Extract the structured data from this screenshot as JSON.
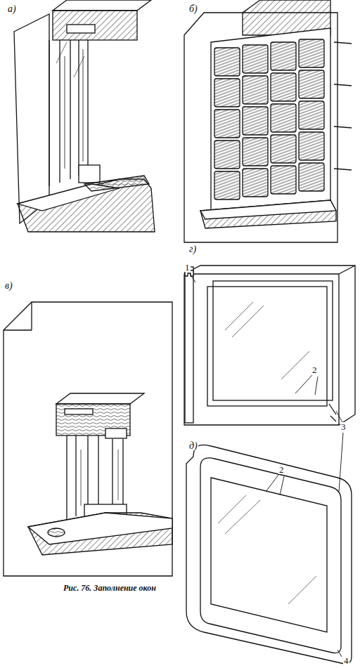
{
  "diagram": {
    "caption": "Рис. 76. Заполнение окон",
    "labels": [
      "а)",
      "б)",
      "в)",
      "г)",
      "1",
      "2",
      "3",
      "д)",
      "2",
      "4"
    ]
  }
}
